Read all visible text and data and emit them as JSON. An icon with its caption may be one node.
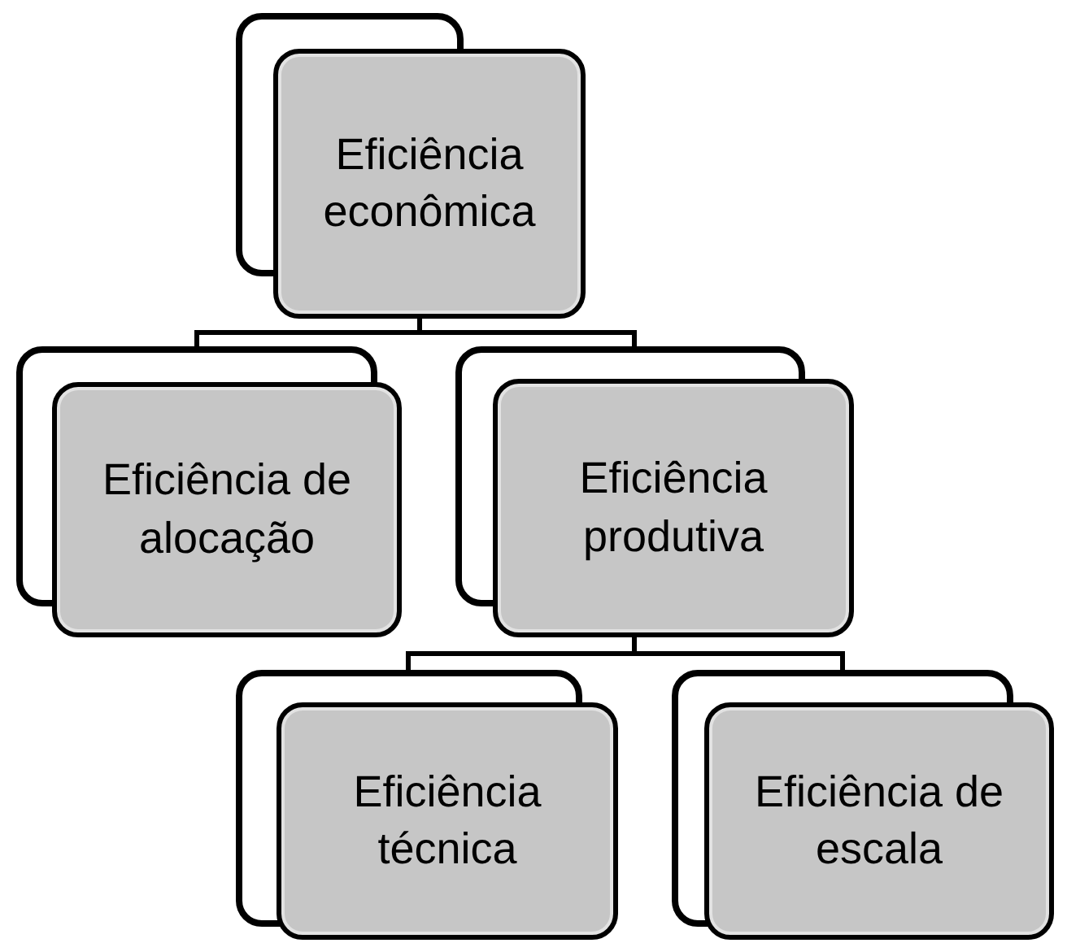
{
  "diagram": {
    "nodes": [
      {
        "text": [
          "Eficiência econômica"
        ]
      },
      {
        "text": [
          "Eficiência de alocação"
        ]
      },
      {
        "text": [
          "Eficiência produtiva"
        ]
      },
      {
        "text": [
          "Eficiência técnica"
        ]
      },
      {
        "text": [
          "Eficiência de escala"
        ]
      }
    ],
    "edges": [
      {
        "from": 0,
        "to": 1,
        "arrow": "none"
      },
      {
        "from": 0,
        "to": 2,
        "arrow": "none"
      },
      {
        "from": 2,
        "to": 3,
        "arrow": "none"
      },
      {
        "from": 2,
        "to": 4,
        "arrow": "none"
      }
    ]
  }
}
